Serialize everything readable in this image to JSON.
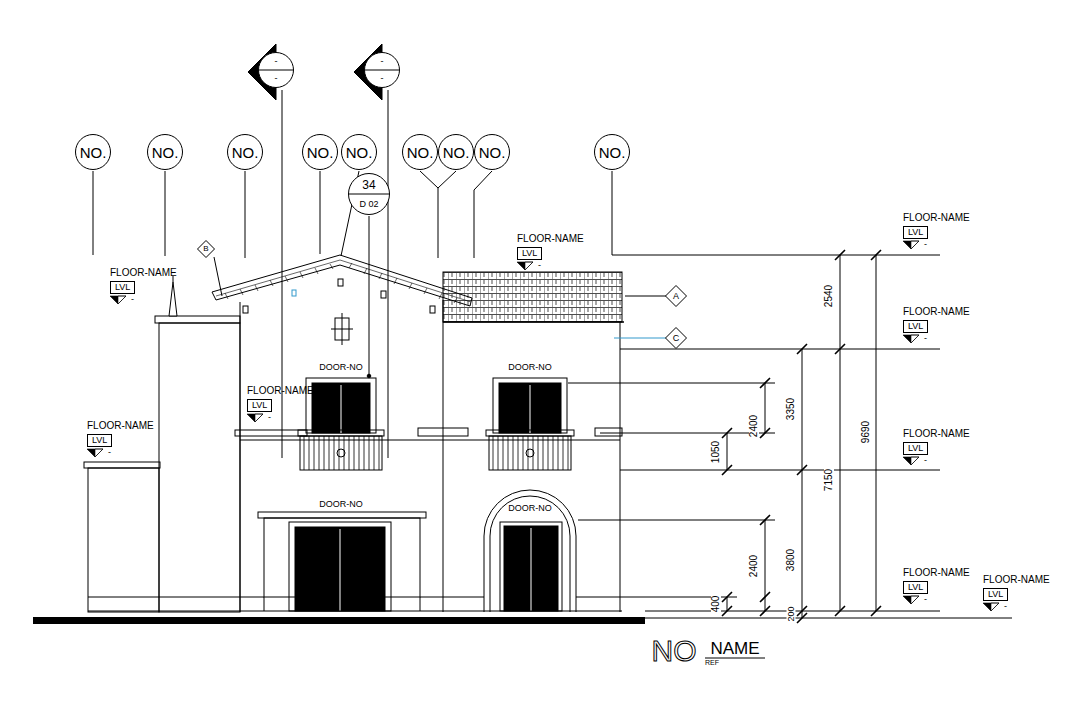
{
  "diagram": {
    "nodes": [
      {
        "text": [
          "-",
          "-"
        ]
      },
      {
        "text": [
          "-",
          "-"
        ]
      },
      {
        "text": [
          "NO."
        ]
      },
      {
        "text": [
          "NO."
        ]
      },
      {
        "text": [
          "NO."
        ]
      },
      {
        "text": [
          "NO."
        ]
      },
      {
        "text": [
          "NO."
        ]
      },
      {
        "text": [
          "NO."
        ]
      },
      {
        "text": [
          "NO."
        ]
      },
      {
        "text": [
          "NO."
        ]
      },
      {
        "text": [
          "NO."
        ]
      },
      {
        "text": [
          "34",
          "D 02"
        ]
      },
      {
        "text": [
          "FLOOR-NAME",
          "LVL",
          "-"
        ]
      },
      {
        "text": [
          "FLOOR-NAME",
          "LVL",
          "-"
        ]
      },
      {
        "text": [
          "B"
        ]
      },
      {
        "text": [
          "FLOOR-NAME",
          "LVL",
          "-"
        ]
      },
      {
        "text": [
          "A"
        ]
      },
      {
        "text": [
          "FLOOR-NAME",
          "LVL",
          "-"
        ]
      },
      {
        "text": [
          "C"
        ]
      },
      {
        "text": [
          "FLOOR-NAME",
          "LVL",
          "-"
        ]
      },
      {
        "text": [
          "FLOOR-NAME",
          "LVL",
          "-"
        ]
      },
      {
        "text": [
          "FLOOR-NAME",
          "LVL",
          "-"
        ]
      },
      {
        "text": [
          "FLOOR-NAME",
          "LVL",
          "-"
        ]
      },
      {
        "text": [
          "FLOOR-NAME",
          "LVL",
          "-"
        ]
      }
    ],
    "labels": [
      "DOOR-NO",
      "DOOR-NO",
      "DOOR-NO",
      "DOOR-NO",
      "2540",
      "3350",
      "9690",
      "2400",
      "1050",
      "7150",
      "3800",
      "2400",
      "400",
      "200",
      "NO",
      "NAME",
      "REF"
    ]
  }
}
